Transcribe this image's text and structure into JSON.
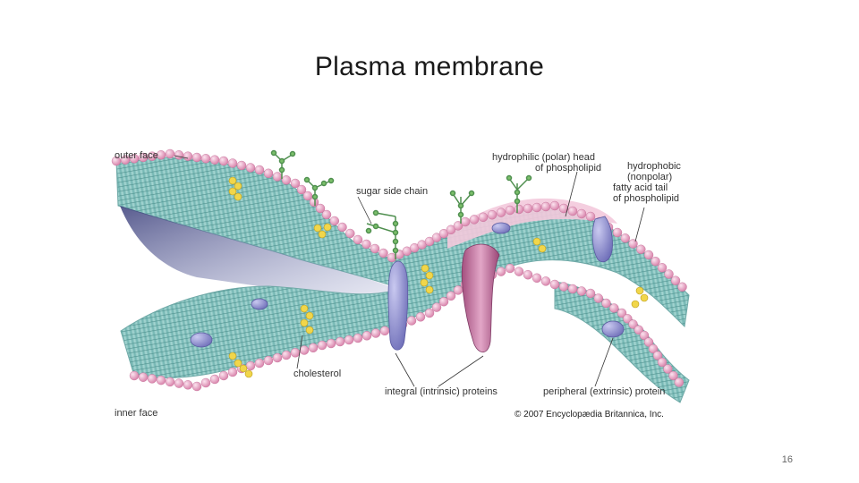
{
  "slide": {
    "title": "Plasma membrane",
    "page_number": "16"
  },
  "figure": {
    "labels": {
      "outer_face": "outer face",
      "inner_face": "inner face",
      "sugar_side_chain": "sugar side chain",
      "hydrophilic_head": [
        "hydrophilic (polar) head",
        "of phospholipid"
      ],
      "hydrophobic_tail": [
        "hydrophobic",
        "(nonpolar)",
        "fatty acid tail",
        "of phospholipid"
      ],
      "cholesterol": "cholesterol",
      "integral_proteins": "integral (intrinsic) proteins",
      "peripheral_proteins": "peripheral (extrinsic) protein"
    },
    "credit": "© 2007 Encyclopædia Britannica, Inc.",
    "colors": {
      "phospholipid_head": "#e8a3c2",
      "bilayer_tail": "#8ec6c4",
      "cholesterol": "#f1d64a",
      "integral_protein": "#9a9ad8",
      "sugar_chain": "#5aa15a"
    }
  }
}
